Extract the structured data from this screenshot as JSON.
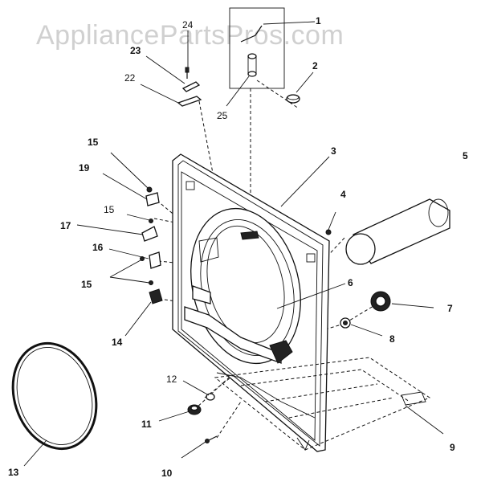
{
  "watermark": "AppliancePartsPros.com",
  "callouts": {
    "c1": "1",
    "c2": "2",
    "c3": "3",
    "c4": "4",
    "c5": "5",
    "c6": "6",
    "c7": "7",
    "c8": "8",
    "c9": "9",
    "c10": "10",
    "c11": "11",
    "c12": "12",
    "c13": "13",
    "c14": "14",
    "c15a": "15",
    "c15b": "15",
    "c15c": "15",
    "c16": "16",
    "c17": "17",
    "c19": "19",
    "c22": "22",
    "c23": "23",
    "c24": "24",
    "c25": "25"
  }
}
